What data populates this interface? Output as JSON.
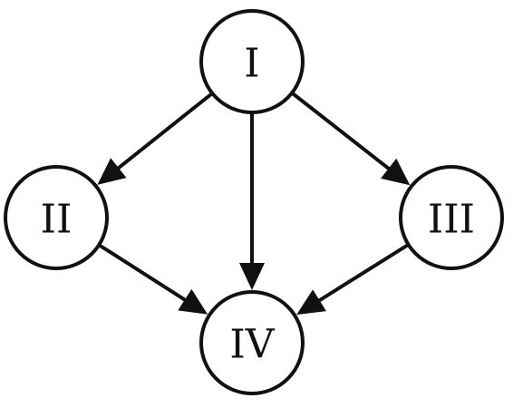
{
  "diagram": {
    "nodes": [
      {
        "id": "I",
        "label": "I"
      },
      {
        "id": "II",
        "label": "II"
      },
      {
        "id": "III",
        "label": "III"
      },
      {
        "id": "IV",
        "label": "IV"
      }
    ],
    "edges": [
      {
        "from": "I",
        "to": "II"
      },
      {
        "from": "I",
        "to": "III"
      },
      {
        "from": "I",
        "to": "IV"
      },
      {
        "from": "II",
        "to": "IV"
      },
      {
        "from": "III",
        "to": "IV"
      }
    ],
    "colors": {
      "stroke": "#111111",
      "fill": "#ffffff",
      "background": "#ffffff"
    }
  }
}
